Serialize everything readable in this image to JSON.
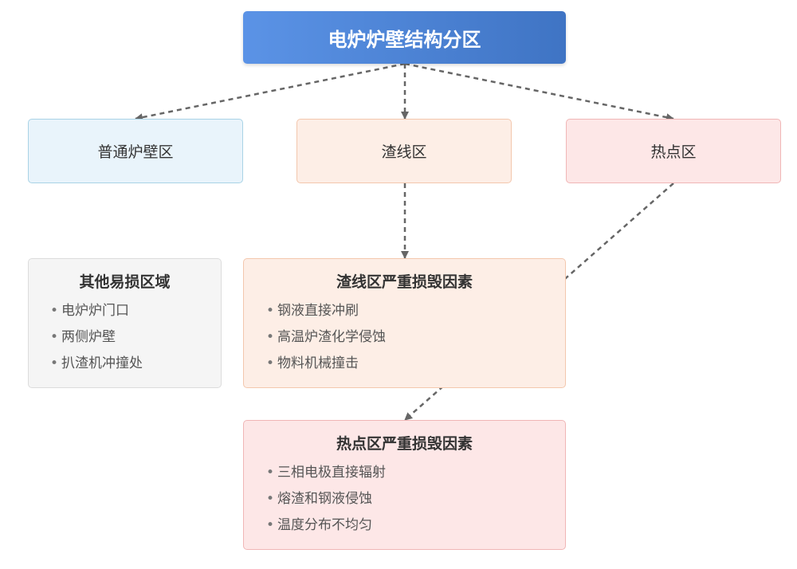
{
  "title": "电炉炉壁结构分区",
  "zones": {
    "normal": "普通炉壁区",
    "slag": "渣线区",
    "hot": "热点区"
  },
  "other_areas": {
    "heading": "其他易损区域",
    "items": [
      "电炉炉门口",
      "两侧炉壁",
      "扒渣机冲撞处"
    ]
  },
  "slag_factors": {
    "heading": "渣线区严重损毁因素",
    "items": [
      "钢液直接冲刷",
      "高温炉渣化学侵蚀",
      "物料机械撞击"
    ]
  },
  "hot_factors": {
    "heading": "热点区严重损毁因素",
    "items": [
      "三相电极直接辐射",
      "熔渣和钢液侵蚀",
      "温度分布不均匀"
    ]
  },
  "colors": {
    "title_gradient_start": "#5b93e6",
    "title_gradient_end": "#3f74c4",
    "connector": "#666666",
    "normal_fill": "#e9f4fb",
    "slag_fill": "#fdeee6",
    "hot_fill": "#fde7e7",
    "other_fill": "#f5f5f5"
  }
}
